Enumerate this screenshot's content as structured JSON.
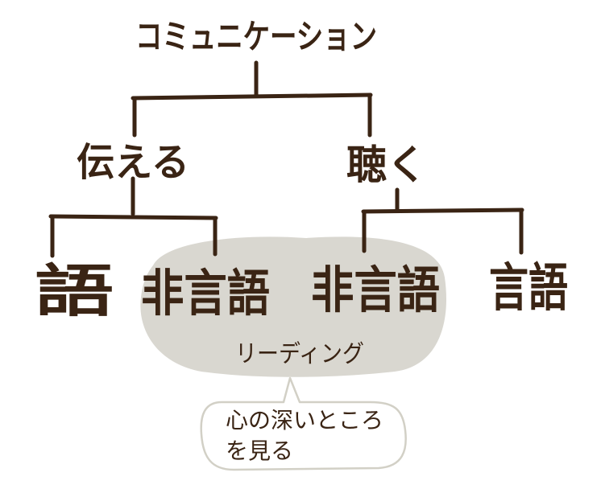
{
  "colors": {
    "ink": "#3a2414",
    "cloud_fill": "#d9d7d0",
    "bubble_outline": "#d2d0c6",
    "background": "#ffffff"
  },
  "diagram": {
    "root": "コミュニケーション",
    "branches": {
      "left": "伝える",
      "right": "聴く"
    },
    "leaves": {
      "left_verbal": "語",
      "left_nonverbal": "非言語",
      "right_nonverbal": "非言語",
      "right_verbal": "言語"
    },
    "cloud_label": "リーディング",
    "bubble_lines": [
      "心の深いところ",
      "を見る"
    ]
  }
}
